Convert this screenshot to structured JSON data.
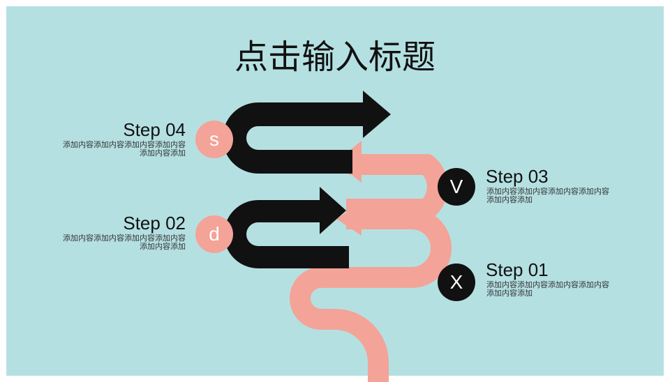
{
  "title": "点击输入标题",
  "colors": {
    "background": "#b5e0e2",
    "black_path": "#111111",
    "pink_path": "#f3a397"
  },
  "steps": [
    {
      "label": "Step 01",
      "icon": "X",
      "desc": "添加内容添加内容添加内容添加内容添加内容添加"
    },
    {
      "label": "Step 02",
      "icon": "d",
      "desc": "添加内容添加内容添加内容添加内容添加内容添加"
    },
    {
      "label": "Step 03",
      "icon": "V",
      "desc": "添加内容添加内容添加内容添加内容添加内容添加"
    },
    {
      "label": "Step 04",
      "icon": "s",
      "desc": "添加内容添加内容添加内容添加内容添加内容添加"
    }
  ]
}
